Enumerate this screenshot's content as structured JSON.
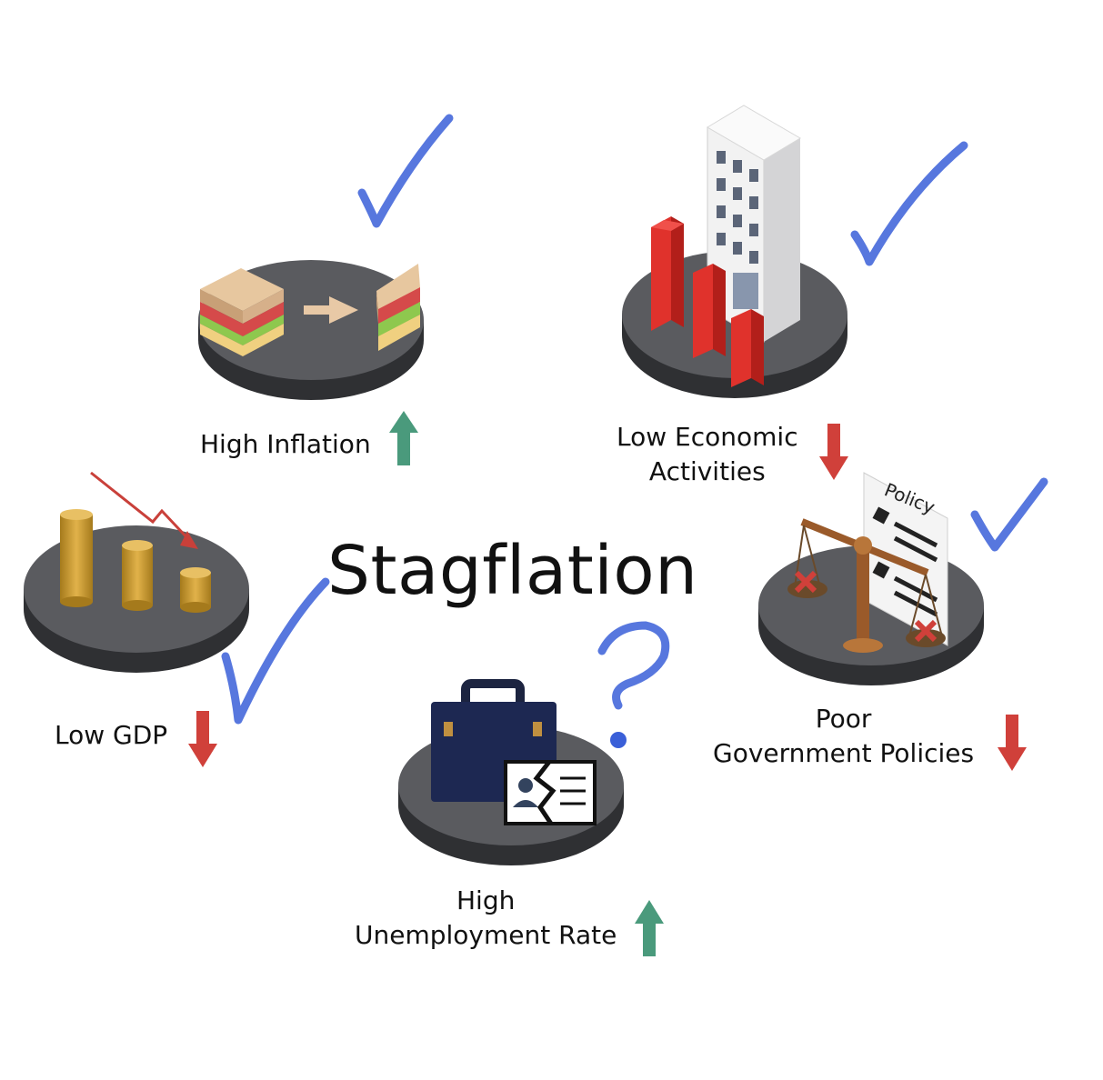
{
  "title": "Stagflation",
  "items": [
    {
      "label": "High Inflation",
      "direction": "up",
      "mark": "check"
    },
    {
      "label_line1": "Low Economic",
      "label_line2": "Activities",
      "direction": "down",
      "mark": "check"
    },
    {
      "label": "Low GDP",
      "direction": "down",
      "mark": "check"
    },
    {
      "label_line1": "Poor",
      "label_line2": "Government Policies",
      "direction": "down",
      "mark": "check"
    },
    {
      "label_line1": "High",
      "label_line2": "Unemployment Rate",
      "direction": "up",
      "mark": "question"
    }
  ],
  "policy_text": "Policy",
  "colors": {
    "up": "#4a9a7c",
    "down": "#d0403a",
    "disk": "#5a5b5f",
    "pen": "#3a5fd8"
  }
}
